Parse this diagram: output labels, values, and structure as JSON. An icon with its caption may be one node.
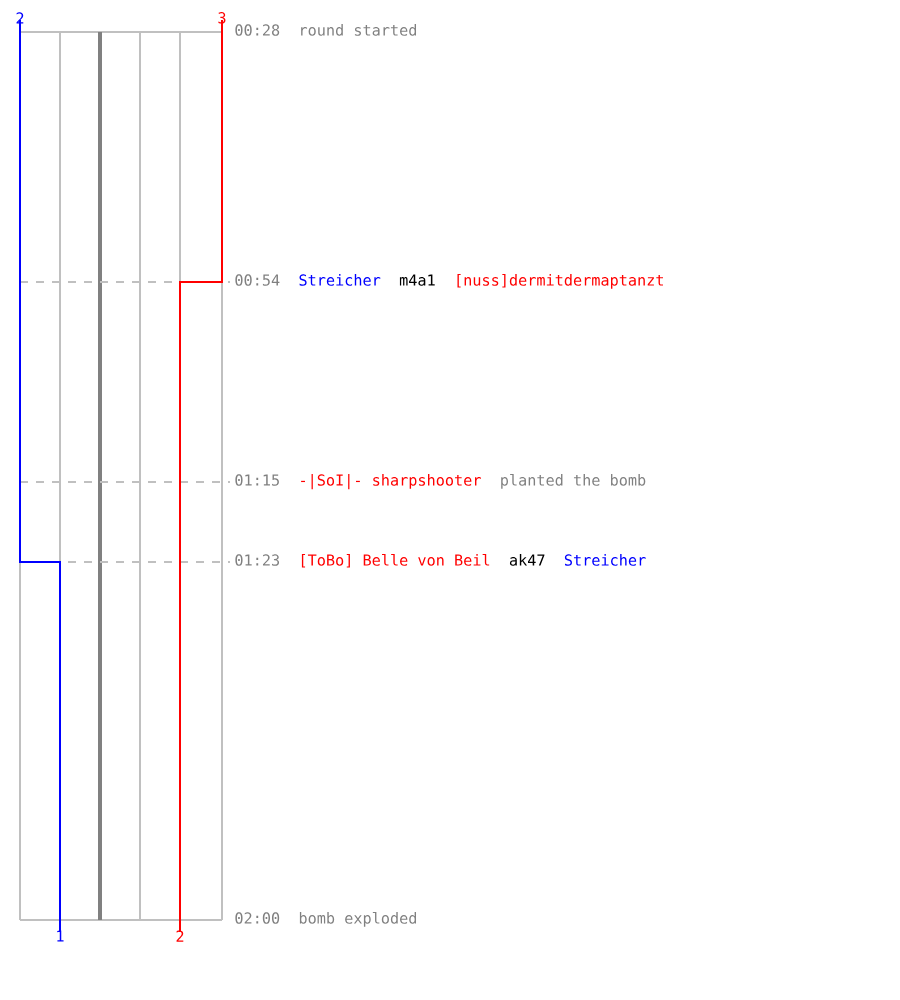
{
  "diagram": {
    "labels": [
      "2",
      "3",
      "00:28",
      "round started",
      "00:54",
      "Streicher",
      "m4a1",
      "[nuss]dermitdermaptanzt",
      "01:15",
      "-|SoI|- sharpshooter",
      "planted the bomb",
      "01:23",
      "[ToBo] Belle von Beil",
      "ak47",
      "Streicher",
      "1",
      "2",
      "02:00",
      "bomb exploded"
    ]
  }
}
